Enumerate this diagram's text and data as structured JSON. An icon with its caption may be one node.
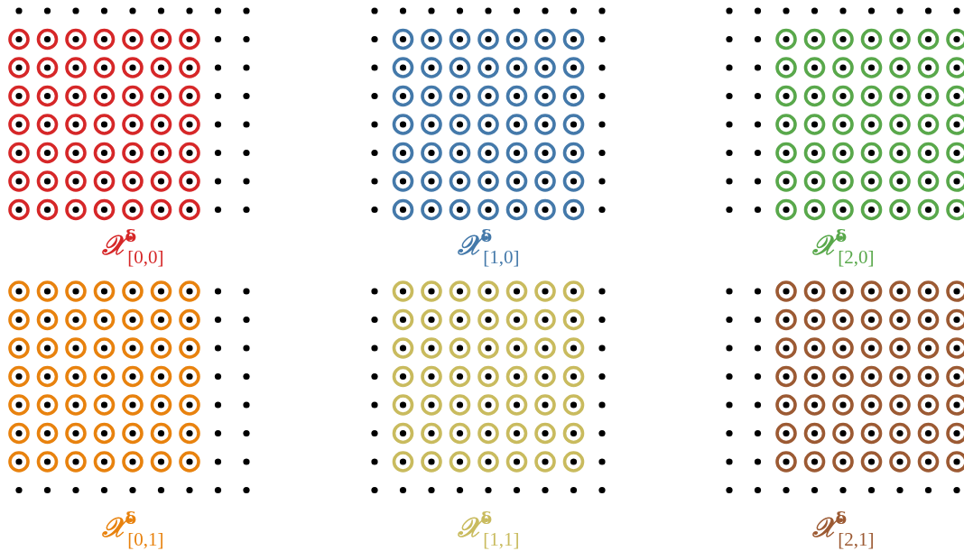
{
  "diagram": {
    "labels": [
      "𝒳$^{δ}$$_{[0,0]}$",
      "𝒳$^{δ}$$_{[1,0]}$",
      "𝒳$^{δ}$$_{[2,0]}$",
      "𝒳$^{δ}$$_{[0,1]}$",
      "𝒳$^{δ}$$_{[1,1]}$",
      "𝒳$^{δ}$$_{[2,1]}$"
    ]
  }
}
